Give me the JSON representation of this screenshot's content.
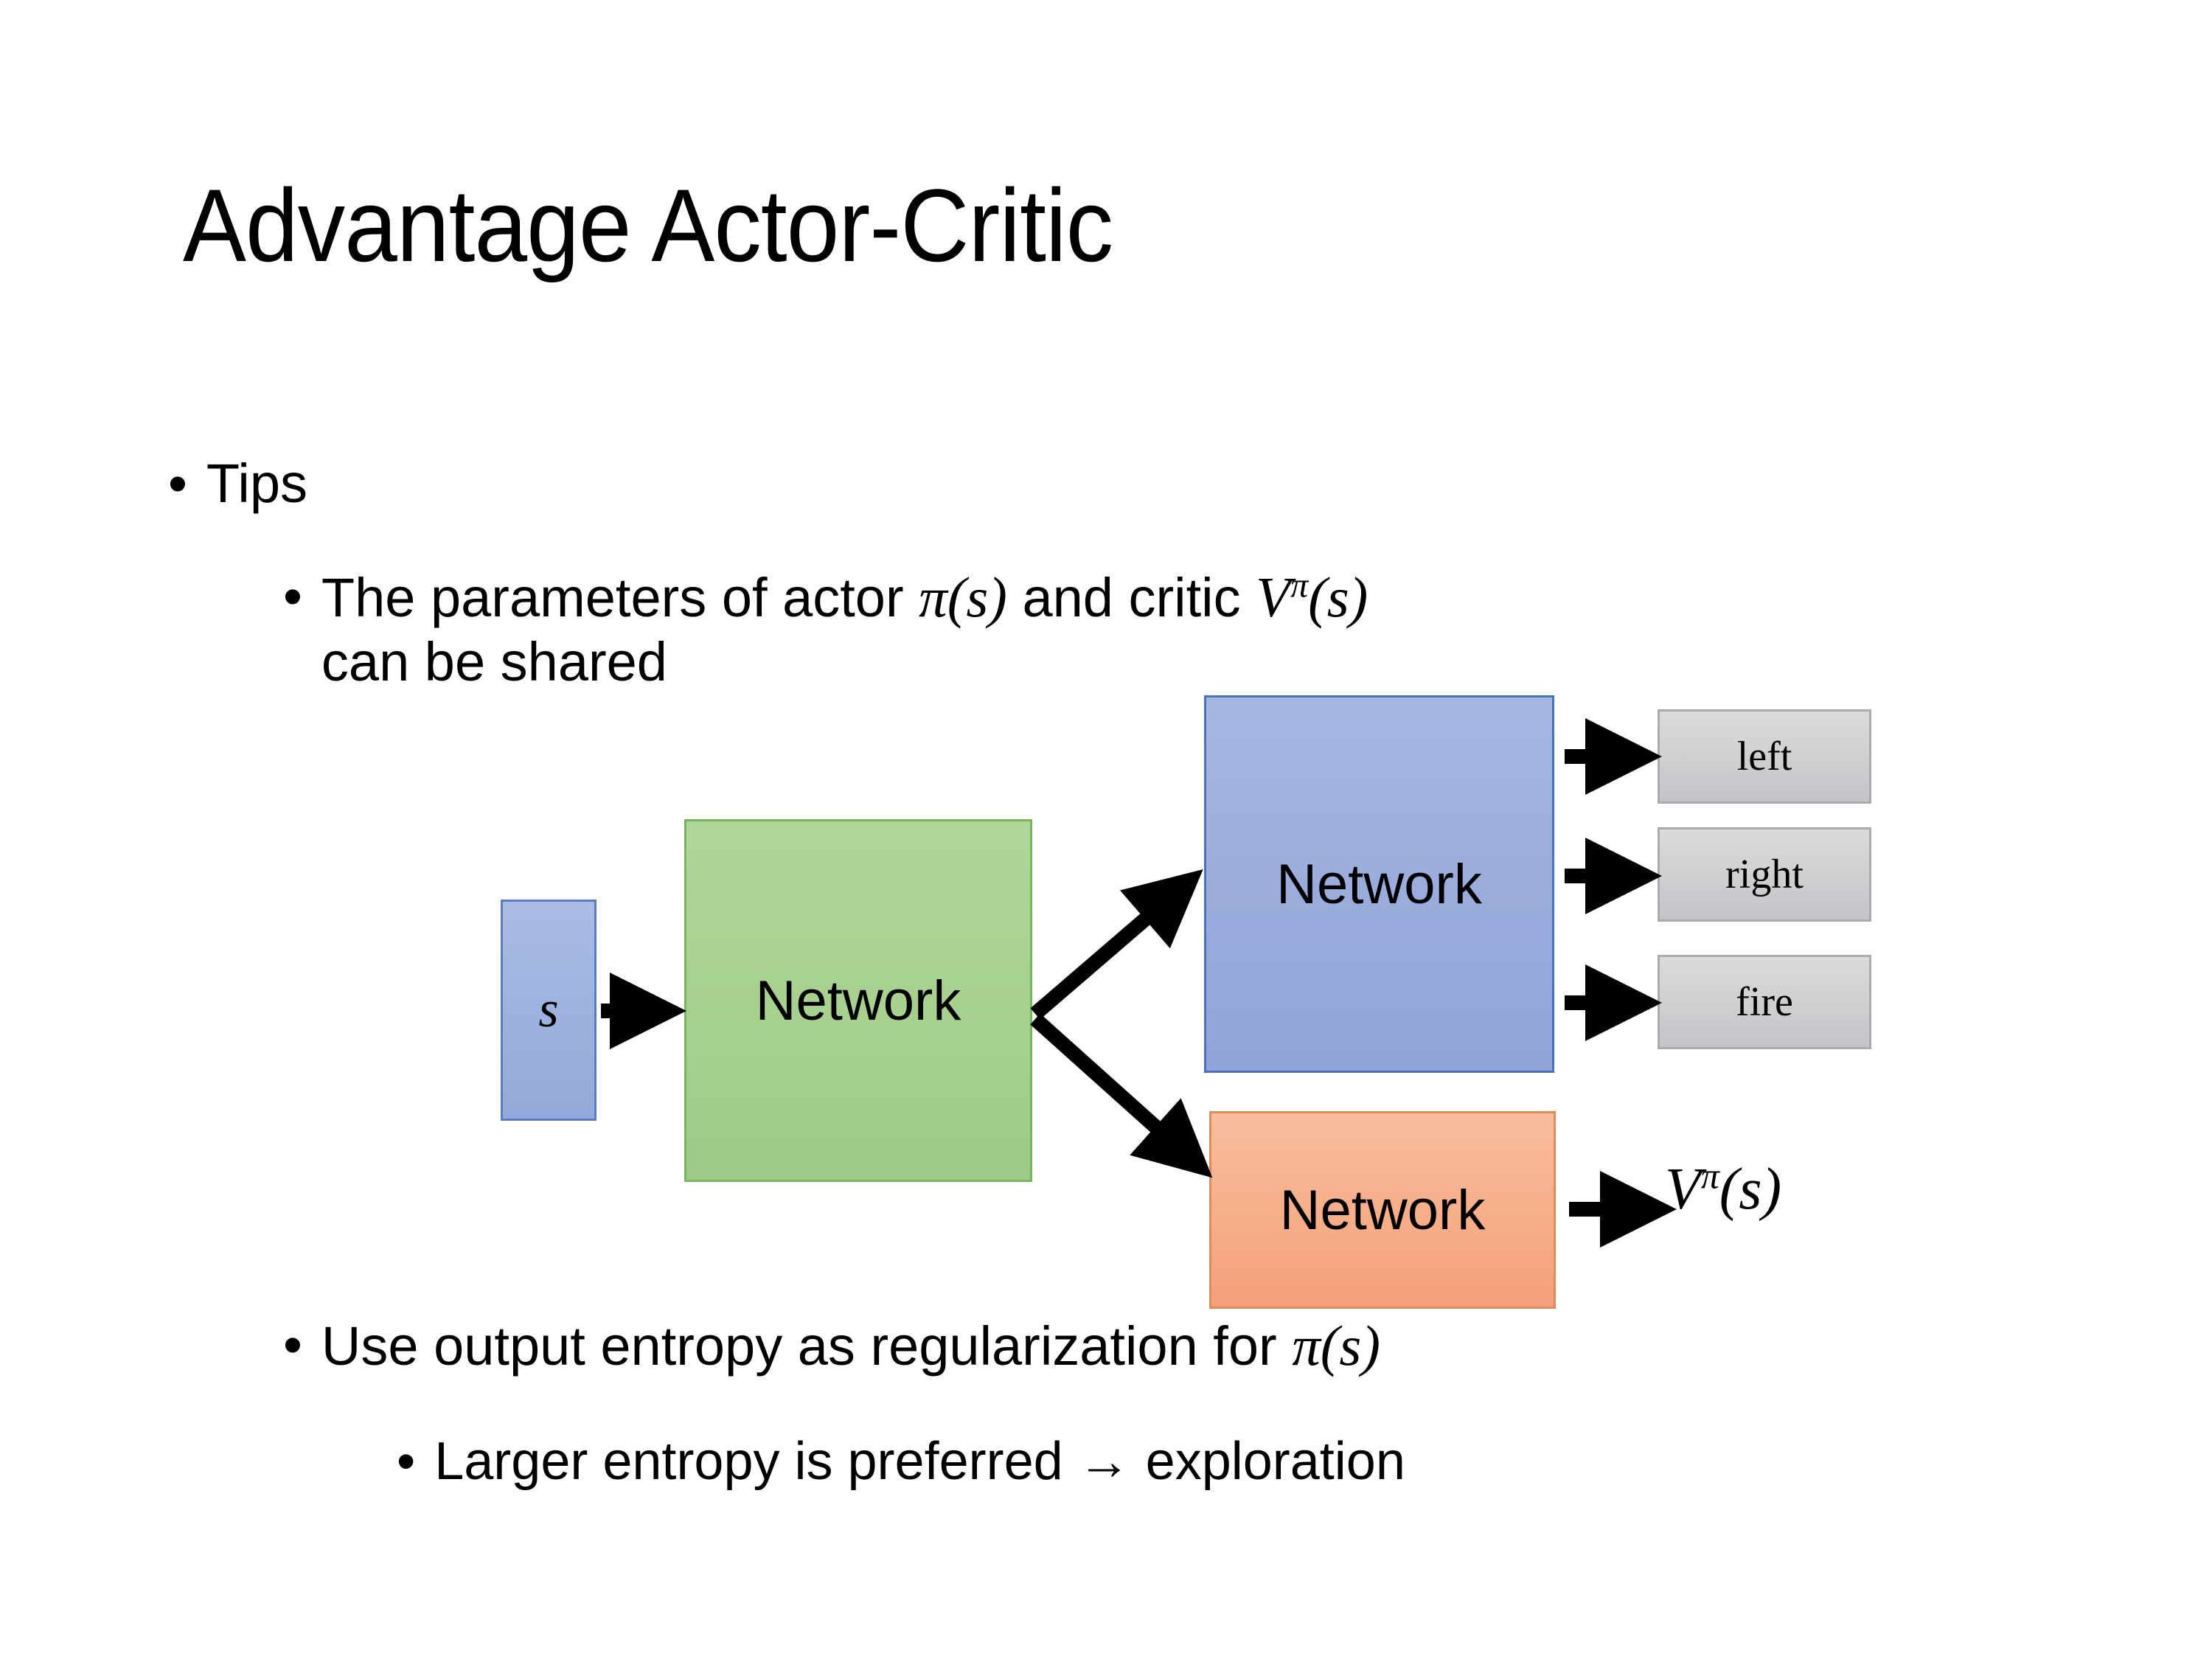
{
  "slide": {
    "title": "Advantage Actor-Critic",
    "background_color": "#FFFFFF",
    "text_color": "#000000"
  },
  "bullets": {
    "level1_tips": {
      "marker": "•",
      "text": "Tips"
    },
    "level2_shared": {
      "marker": "•",
      "text_part1": "The parameters of actor ",
      "math_pi": "π(s)",
      "text_part2": "  and critic ",
      "math_v": "V",
      "math_v_sup": "π",
      "math_v_arg": "(s)",
      "text_line2": "can be shared"
    },
    "level2_entropy": {
      "marker": "•",
      "text_part1": "Use output entropy as regularization for ",
      "math_pi": "π(s)"
    },
    "level3_larger": {
      "marker": "•",
      "text": "Larger entropy is preferred → exploration"
    }
  },
  "diagram": {
    "state_box": {
      "label": "s",
      "fill": "#9CB2DE",
      "border": "#5B7CC0"
    },
    "shared_network": {
      "label": "Network",
      "fill": "#A6D08E",
      "border": "#7CB35F"
    },
    "actor_network": {
      "label": "Network",
      "fill": "#99ACDC",
      "border": "#4A72B8"
    },
    "critic_network": {
      "label": "Network",
      "fill": "#F6AE89",
      "border": "#E08B5C"
    },
    "actions": [
      {
        "label": "left",
        "fill": "#CDCFD1",
        "border": "#A9ABAD"
      },
      {
        "label": "right",
        "fill": "#CDCFD1",
        "border": "#A9ABAD"
      },
      {
        "label": "fire",
        "fill": "#CDCFD1",
        "border": "#A9ABAD"
      }
    ],
    "value_output": {
      "base": "V",
      "superscript": "π",
      "argument": "(s)"
    },
    "arrow_color": "#000000"
  }
}
